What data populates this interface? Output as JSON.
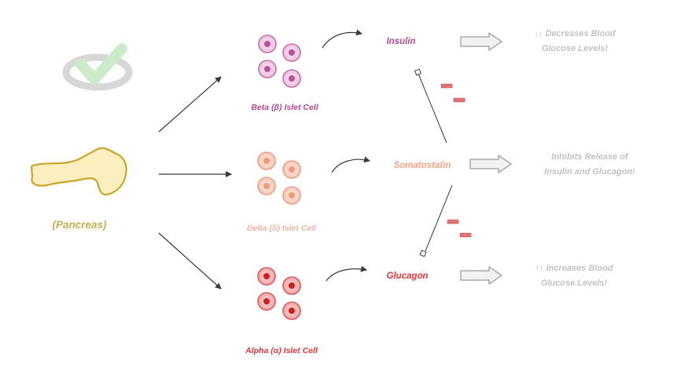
{
  "organ": {
    "label": "(Pancreas)"
  },
  "cells": {
    "beta": {
      "label": "Beta (β) Islet Cell",
      "color": "#b14c93"
    },
    "delta": {
      "label": "Delta (δ) Islet Cell",
      "color": "#f0b6a3"
    },
    "alpha": {
      "label": "Alpha (α) Islet Cell",
      "color": "#e0383a"
    }
  },
  "hormones": {
    "insulin": "Insulin",
    "somatostatin": "Somatostatin",
    "glucagon": "Glucagon"
  },
  "effects": {
    "insulin": {
      "line1": "↓↓ Decreases Blood",
      "line2": "Glucose Levels!"
    },
    "somatostatin": {
      "line1": "Inhibits Release of",
      "line2": "Insulin and Glucagon!"
    },
    "glucagon": {
      "line1": "↑↑ Increases Blood",
      "line2": "Glucose Levels!"
    }
  },
  "inhibition_sign": "−",
  "icons": [
    "check-logo-icon",
    "pancreas-icon",
    "arrow-icon",
    "inhibit-icon"
  ]
}
